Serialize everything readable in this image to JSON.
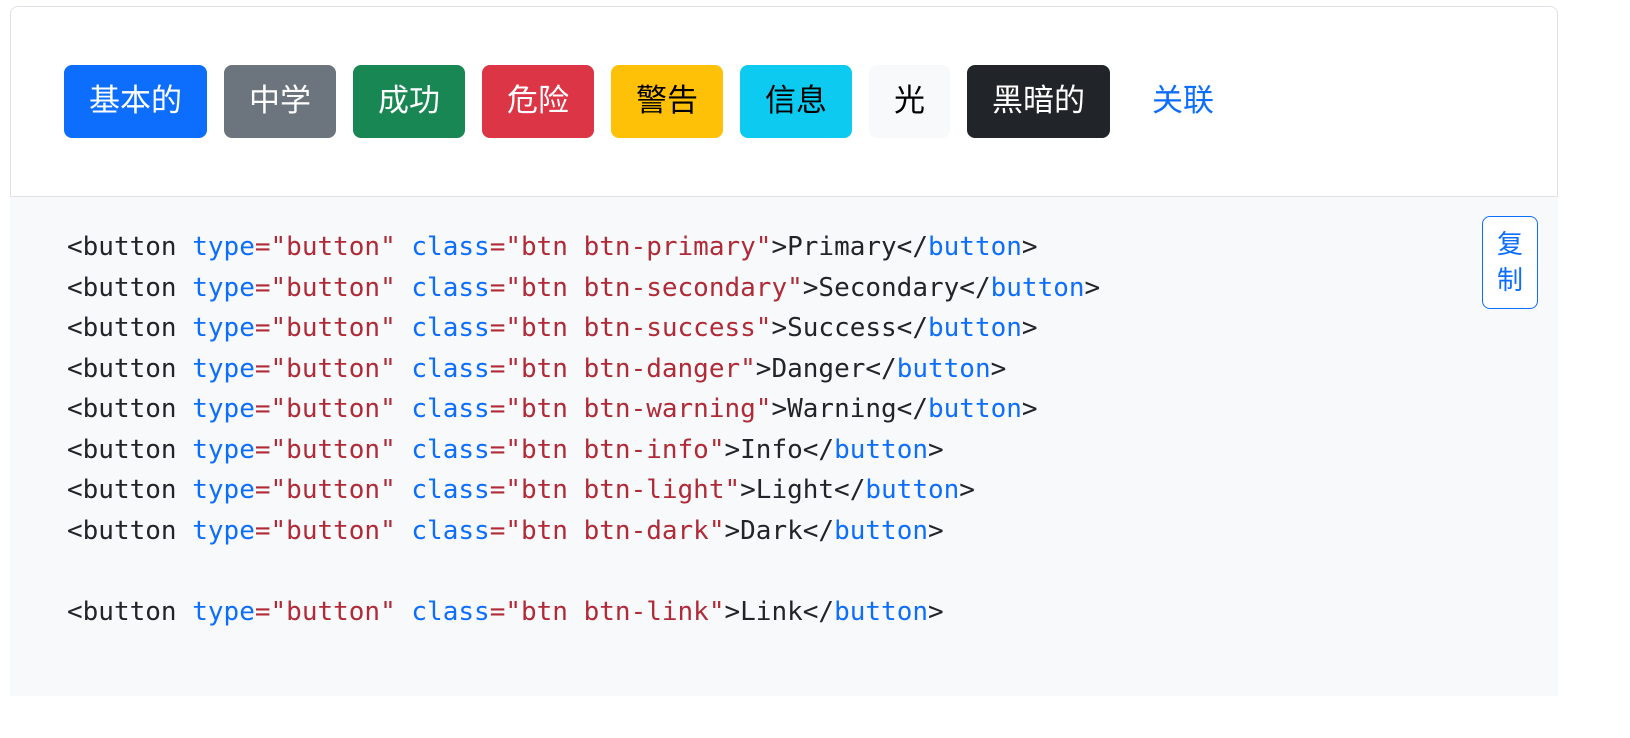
{
  "colors": {
    "preview-border": "#dee2e6",
    "code-bg": "#f8f9fa",
    "code-plain": "#212529",
    "code-attr": "#0d6efd",
    "code-string": "#b02a37",
    "code-tag": "#0d6efd",
    "copy-accent": "#0d6efd"
  },
  "preview": {
    "buttons": [
      {
        "variant": "primary",
        "label": "基本的",
        "bg": "#0d6efd",
        "fg": "#ffffff",
        "border": "#0d6efd"
      },
      {
        "variant": "secondary",
        "label": "中学",
        "bg": "#6c757d",
        "fg": "#ffffff",
        "border": "#6c757d"
      },
      {
        "variant": "success",
        "label": "成功",
        "bg": "#198754",
        "fg": "#ffffff",
        "border": "#198754"
      },
      {
        "variant": "danger",
        "label": "危险",
        "bg": "#dc3545",
        "fg": "#ffffff",
        "border": "#dc3545"
      },
      {
        "variant": "warning",
        "label": "警告",
        "bg": "#ffc107",
        "fg": "#000000",
        "border": "#ffc107"
      },
      {
        "variant": "info",
        "label": "信息",
        "bg": "#0dcaf0",
        "fg": "#000000",
        "border": "#0dcaf0"
      },
      {
        "variant": "light",
        "label": "光",
        "bg": "#f8f9fa",
        "fg": "#000000",
        "border": "#f8f9fa"
      },
      {
        "variant": "dark",
        "label": "黑暗的",
        "bg": "#212529",
        "fg": "#ffffff",
        "border": "#212529"
      },
      {
        "variant": "link",
        "label": "关联",
        "bg": "transparent",
        "fg": "#0d6efd",
        "border": "transparent"
      }
    ]
  },
  "code": {
    "copy_label": "复制",
    "lines": [
      [
        [
          "p",
          "<button "
        ],
        [
          "a",
          "type"
        ],
        [
          "s",
          "=\"button\""
        ],
        [
          "p",
          " "
        ],
        [
          "a",
          "class"
        ],
        [
          "s",
          "=\"btn btn-primary\""
        ],
        [
          "p",
          ">Primary</"
        ],
        [
          "t",
          "button"
        ],
        [
          "p",
          ">"
        ]
      ],
      [
        [
          "p",
          "<button "
        ],
        [
          "a",
          "type"
        ],
        [
          "s",
          "=\"button\""
        ],
        [
          "p",
          " "
        ],
        [
          "a",
          "class"
        ],
        [
          "s",
          "=\"btn btn-secondary\""
        ],
        [
          "p",
          ">Secondary</"
        ],
        [
          "t",
          "button"
        ],
        [
          "p",
          ">"
        ]
      ],
      [
        [
          "p",
          "<button "
        ],
        [
          "a",
          "type"
        ],
        [
          "s",
          "=\"button\""
        ],
        [
          "p",
          " "
        ],
        [
          "a",
          "class"
        ],
        [
          "s",
          "=\"btn btn-success\""
        ],
        [
          "p",
          ">Success</"
        ],
        [
          "t",
          "button"
        ],
        [
          "p",
          ">"
        ]
      ],
      [
        [
          "p",
          "<button "
        ],
        [
          "a",
          "type"
        ],
        [
          "s",
          "=\"button\""
        ],
        [
          "p",
          " "
        ],
        [
          "a",
          "class"
        ],
        [
          "s",
          "=\"btn btn-danger\""
        ],
        [
          "p",
          ">Danger</"
        ],
        [
          "t",
          "button"
        ],
        [
          "p",
          ">"
        ]
      ],
      [
        [
          "p",
          "<button "
        ],
        [
          "a",
          "type"
        ],
        [
          "s",
          "=\"button\""
        ],
        [
          "p",
          " "
        ],
        [
          "a",
          "class"
        ],
        [
          "s",
          "=\"btn btn-warning\""
        ],
        [
          "p",
          ">Warning</"
        ],
        [
          "t",
          "button"
        ],
        [
          "p",
          ">"
        ]
      ],
      [
        [
          "p",
          "<button "
        ],
        [
          "a",
          "type"
        ],
        [
          "s",
          "=\"button\""
        ],
        [
          "p",
          " "
        ],
        [
          "a",
          "class"
        ],
        [
          "s",
          "=\"btn btn-info\""
        ],
        [
          "p",
          ">Info</"
        ],
        [
          "t",
          "button"
        ],
        [
          "p",
          ">"
        ]
      ],
      [
        [
          "p",
          "<button "
        ],
        [
          "a",
          "type"
        ],
        [
          "s",
          "=\"button\""
        ],
        [
          "p",
          " "
        ],
        [
          "a",
          "class"
        ],
        [
          "s",
          "=\"btn btn-light\""
        ],
        [
          "p",
          ">Light</"
        ],
        [
          "t",
          "button"
        ],
        [
          "p",
          ">"
        ]
      ],
      [
        [
          "p",
          "<button "
        ],
        [
          "a",
          "type"
        ],
        [
          "s",
          "=\"button\""
        ],
        [
          "p",
          " "
        ],
        [
          "a",
          "class"
        ],
        [
          "s",
          "=\"btn btn-dark\""
        ],
        [
          "p",
          ">Dark</"
        ],
        [
          "t",
          "button"
        ],
        [
          "p",
          ">"
        ]
      ],
      [
        [
          "p",
          " "
        ]
      ],
      [
        [
          "p",
          "<button "
        ],
        [
          "a",
          "type"
        ],
        [
          "s",
          "=\"button\""
        ],
        [
          "p",
          " "
        ],
        [
          "a",
          "class"
        ],
        [
          "s",
          "=\"btn btn-link\""
        ],
        [
          "p",
          ">Link</"
        ],
        [
          "t",
          "button"
        ],
        [
          "p",
          ">"
        ]
      ]
    ]
  }
}
